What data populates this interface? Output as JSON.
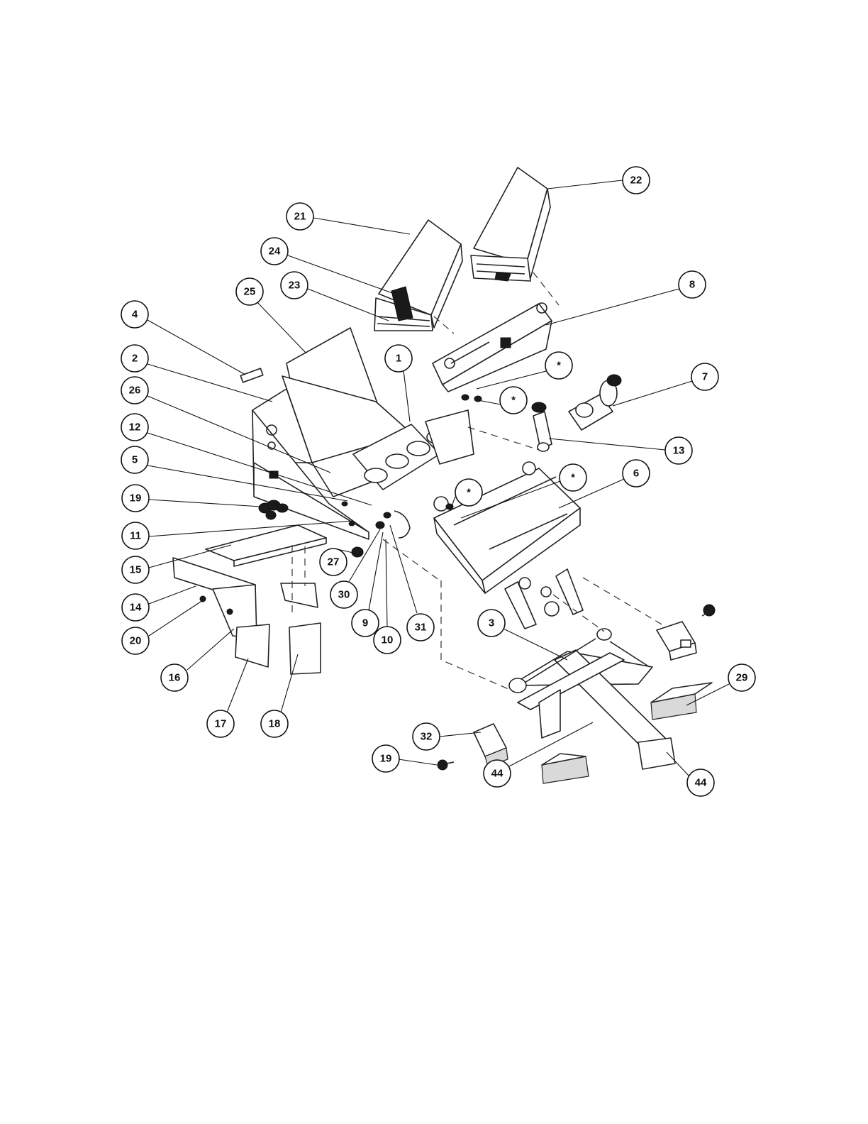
{
  "callouts": [
    {
      "id": "c-22",
      "label": "22"
    },
    {
      "id": "c-21",
      "label": "21"
    },
    {
      "id": "c-24",
      "label": "24"
    },
    {
      "id": "c-23",
      "label": "23"
    },
    {
      "id": "c-25",
      "label": "25"
    },
    {
      "id": "c-8",
      "label": "8"
    },
    {
      "id": "c-4",
      "label": "4"
    },
    {
      "id": "c-1",
      "label": "1"
    },
    {
      "id": "c-2",
      "label": "2"
    },
    {
      "id": "c-star-a",
      "label": "*"
    },
    {
      "id": "c-7",
      "label": "7"
    },
    {
      "id": "c-26",
      "label": "26"
    },
    {
      "id": "c-star-b",
      "label": "*"
    },
    {
      "id": "c-12",
      "label": "12"
    },
    {
      "id": "c-13",
      "label": "13"
    },
    {
      "id": "c-5",
      "label": "5"
    },
    {
      "id": "c-6",
      "label": "6"
    },
    {
      "id": "c-star-c",
      "label": "*"
    },
    {
      "id": "c-star-d",
      "label": "*"
    },
    {
      "id": "c-19a",
      "label": "19"
    },
    {
      "id": "c-11",
      "label": "11"
    },
    {
      "id": "c-27",
      "label": "27"
    },
    {
      "id": "c-15",
      "label": "15"
    },
    {
      "id": "c-30",
      "label": "30"
    },
    {
      "id": "c-14",
      "label": "14"
    },
    {
      "id": "c-9",
      "label": "9"
    },
    {
      "id": "c-31",
      "label": "31"
    },
    {
      "id": "c-3",
      "label": "3"
    },
    {
      "id": "c-20",
      "label": "20"
    },
    {
      "id": "c-10",
      "label": "10"
    },
    {
      "id": "c-16",
      "label": "16"
    },
    {
      "id": "c-29",
      "label": "29"
    },
    {
      "id": "c-17",
      "label": "17"
    },
    {
      "id": "c-18",
      "label": "18"
    },
    {
      "id": "c-32",
      "label": "32"
    },
    {
      "id": "c-19b",
      "label": "19"
    },
    {
      "id": "c-44a",
      "label": "44"
    },
    {
      "id": "c-44b",
      "label": "44"
    }
  ]
}
